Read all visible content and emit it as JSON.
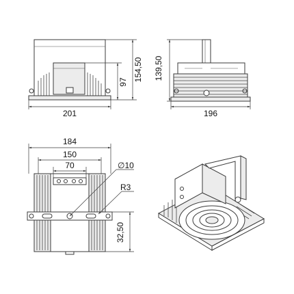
{
  "front_view": {
    "width": "201",
    "height_total": "154,50",
    "height_body": "97"
  },
  "side_view": {
    "width": "196",
    "height": "139,50"
  },
  "top_view": {
    "width_outer": "184",
    "width_mid": "150",
    "width_inner": "70",
    "hole_diameter": "∅10",
    "radius": "R3",
    "slot_offset": "32,50"
  }
}
